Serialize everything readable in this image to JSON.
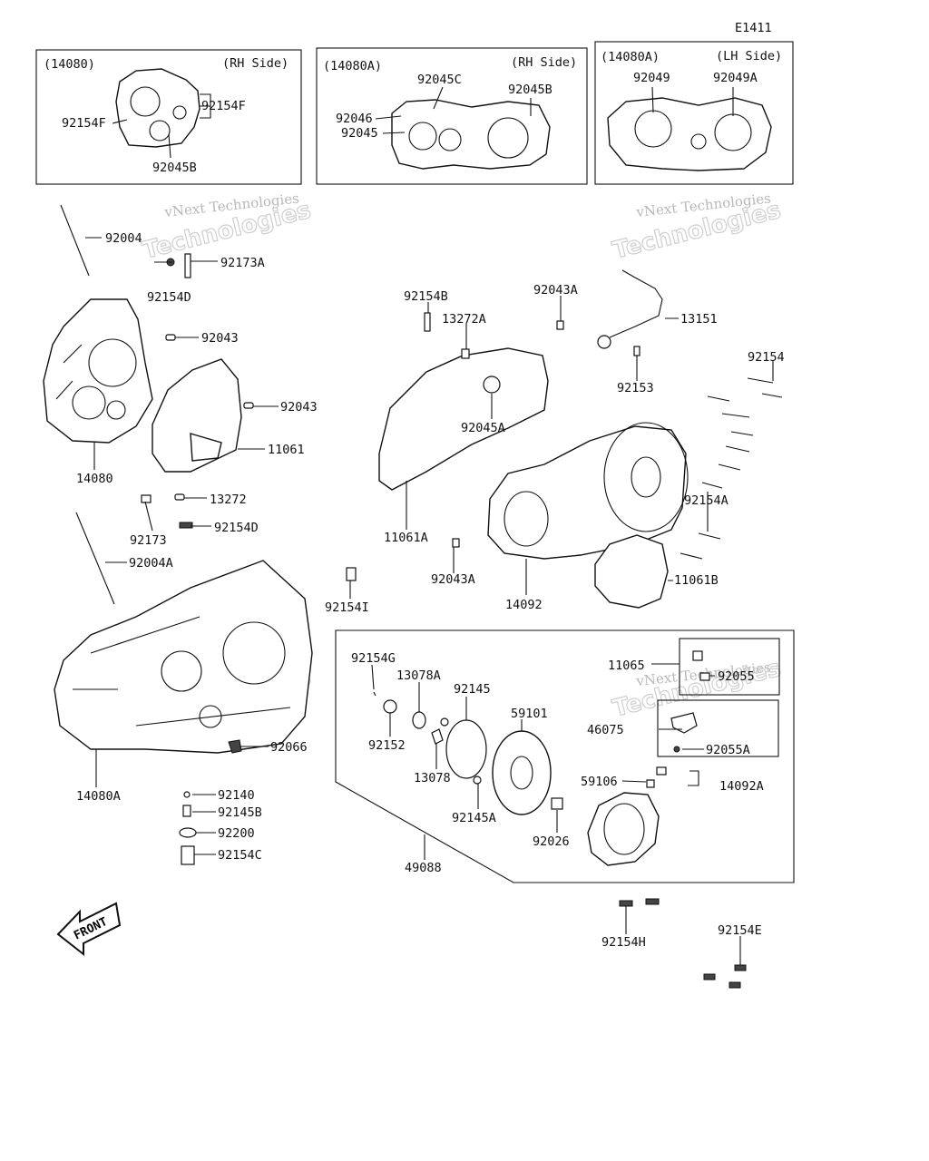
{
  "diagram_code": "E1411",
  "insets": [
    {
      "code": "(14080)",
      "side": "(RH Side)",
      "labels": [
        "92154F",
        "92154F",
        "92045B"
      ]
    },
    {
      "code": "(14080A)",
      "side": "(RH Side)",
      "labels": [
        "92045C",
        "92045B",
        "92046",
        "92045"
      ]
    },
    {
      "code": "(14080A)",
      "side": "(LH Side)",
      "labels": [
        "92049",
        "92049A"
      ]
    }
  ],
  "part_labels": {
    "p92004": "92004",
    "p92173A": "92173A",
    "p92154D_a": "92154D",
    "p92043_a": "92043",
    "p92043_b": "92043",
    "p11061": "11061",
    "p14080": "14080",
    "p13272": "13272",
    "p92173": "92173",
    "p92154D_b": "92154D",
    "p92004A": "92004A",
    "p14080A": "14080A",
    "p92066": "92066",
    "p92140": "92140",
    "p92145B": "92145B",
    "p92200": "92200",
    "p92154C": "92154C",
    "p92154B": "92154B",
    "p13272A": "13272A",
    "p92043A_a": "92043A",
    "p13151": "13151",
    "p92153": "92153",
    "p92154": "92154",
    "p92045A": "92045A",
    "p11061A": "11061A",
    "p92154A": "92154A",
    "p92043A_b": "92043A",
    "p14092": "14092",
    "p11061B": "11061B",
    "p92154I": "92154I",
    "p92154G": "92154G",
    "p13078A": "13078A",
    "p92145": "92145",
    "p59101": "59101",
    "p92152": "92152",
    "p13078": "13078",
    "p92145A": "92145A",
    "p92026": "92026",
    "p59106": "59106",
    "p14092A": "14092A",
    "p11065": "11065",
    "p92055": "92055",
    "p46075": "46075",
    "p92055A": "92055A",
    "p49088": "49088",
    "p92154H": "92154H",
    "p92154E": "92154E"
  },
  "watermark": {
    "line1": "vNext Technologies",
    "line2": "Technologies"
  },
  "front_label": "FRONT"
}
